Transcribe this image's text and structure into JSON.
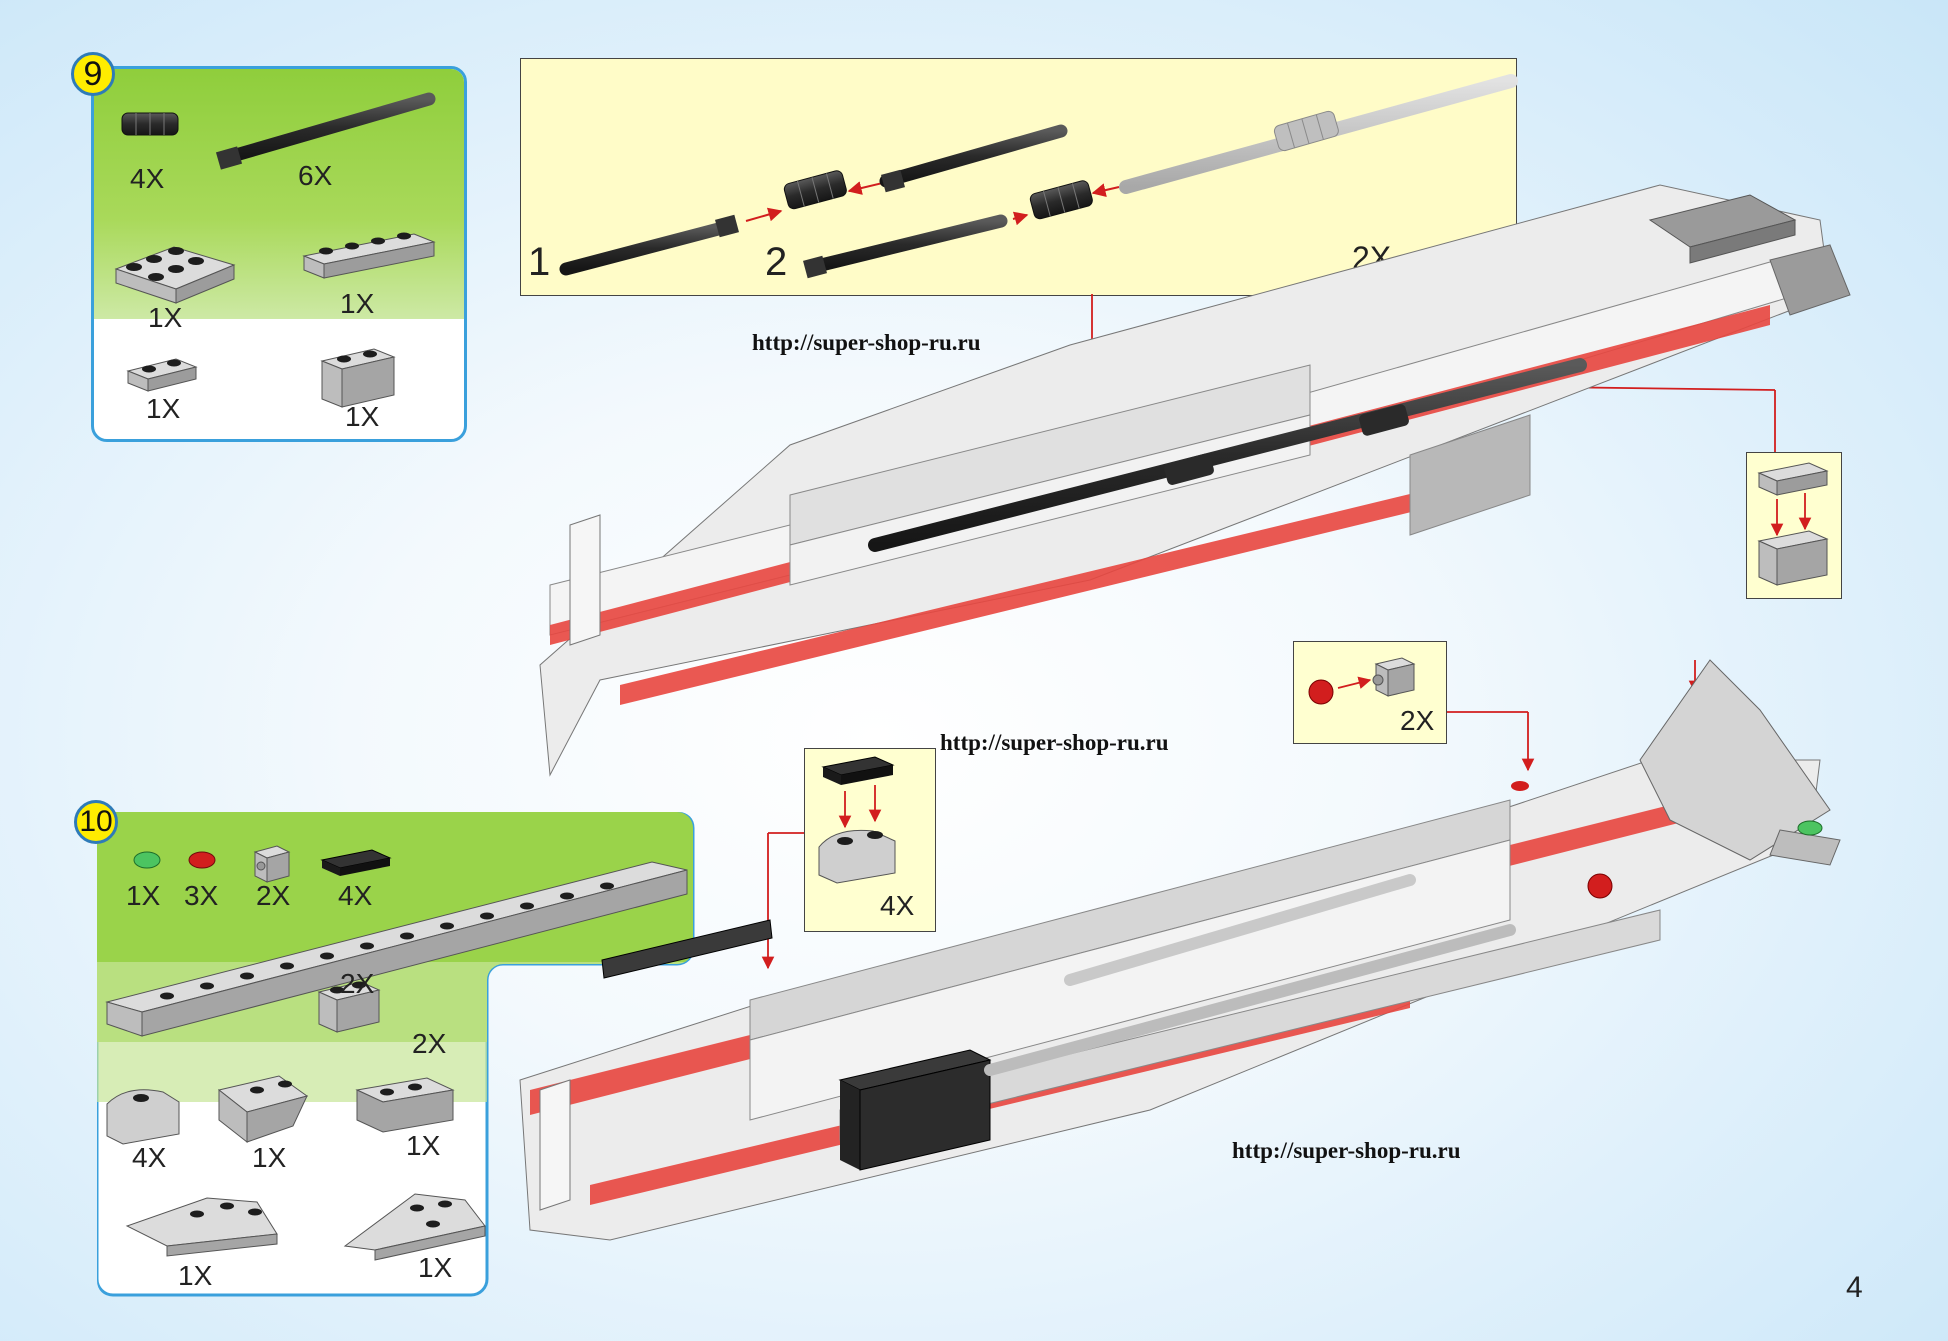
{
  "page": {
    "number": "4"
  },
  "watermarks": {
    "url_1": "http://super-shop-ru.ru",
    "url_2": "http://super-shop-ru.ru",
    "url_3": "http://super-shop-ru.ru"
  },
  "step9": {
    "number": "9",
    "parts": [
      {
        "name": "axle-connector",
        "qty": "4X"
      },
      {
        "name": "long-axle",
        "qty": "6X"
      },
      {
        "name": "plate-2x3",
        "qty": "1X"
      },
      {
        "name": "plate-1x4",
        "qty": "1X"
      },
      {
        "name": "plate-1x2",
        "qty": "1X"
      },
      {
        "name": "brick-1x2",
        "qty": "1X"
      }
    ]
  },
  "step9_callout": {
    "sub1": "1",
    "sub2": "2",
    "qty": "2X"
  },
  "step10": {
    "number": "10",
    "parts": [
      {
        "name": "green-round-stud",
        "qty": "1X"
      },
      {
        "name": "red-round-stud",
        "qty": "3X"
      },
      {
        "name": "side-stud-brick",
        "qty": "2X"
      },
      {
        "name": "grille-tile",
        "qty": "4X"
      },
      {
        "name": "long-plate-1x16",
        "qty": "2X"
      },
      {
        "name": "brick-1x2",
        "qty": "2X"
      },
      {
        "name": "curved-slope",
        "qty": "4X"
      },
      {
        "name": "wedge-left",
        "qty": "1X"
      },
      {
        "name": "wedge-right",
        "qty": "1X"
      },
      {
        "name": "wing-plate-left",
        "qty": "1X"
      },
      {
        "name": "wing-plate-right",
        "qty": "1X"
      }
    ]
  },
  "callouts": {
    "brick_stack": "",
    "side_stud_qty": "2X",
    "grille_qty": "4X"
  },
  "colors": {
    "panel_border": "#3aa0dc",
    "green_head": "#8fce3c",
    "badge": "#ffec00",
    "hull_red": "#e8463f",
    "arrow_red": "#d21e1e",
    "dark_part": "#2e2e2e",
    "light_grey": "#d8d8d8"
  }
}
